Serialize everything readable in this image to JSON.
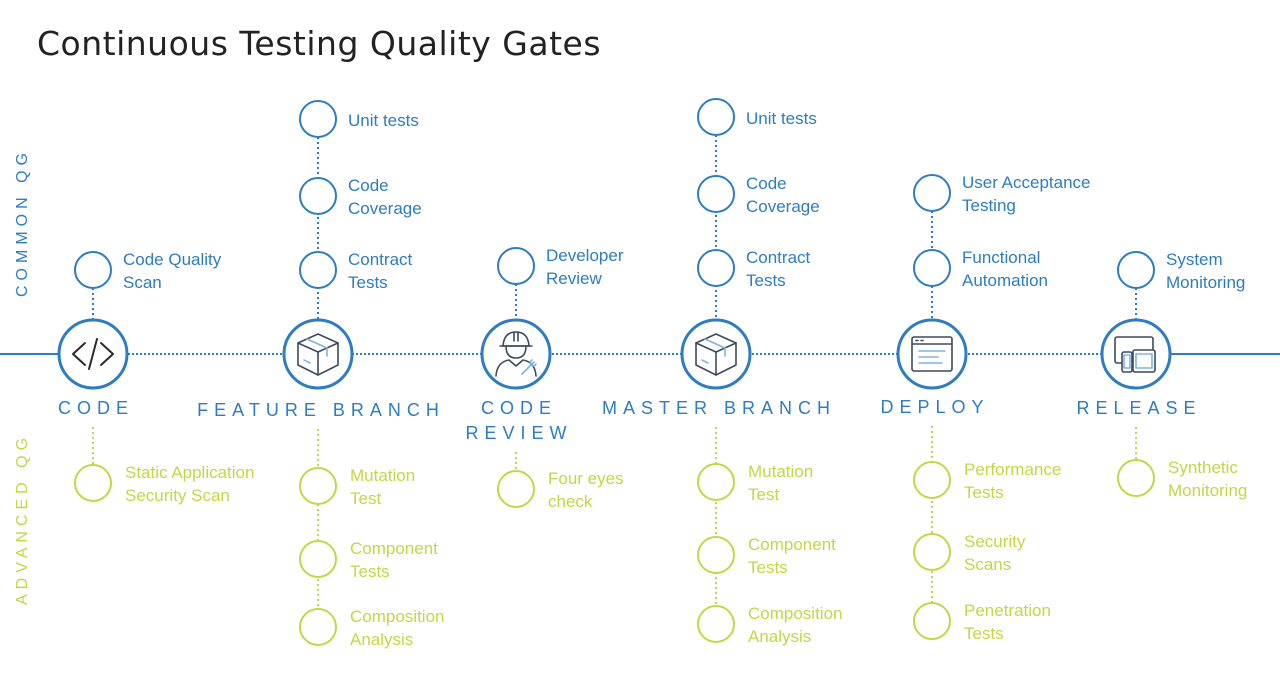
{
  "title": "Continuous Testing Quality Gates",
  "side_labels": {
    "common": "COMMON QG",
    "advanced": "ADVANCED QG"
  },
  "colors": {
    "common": "#2e7cc2",
    "advanced": "#c5d645",
    "title": "#222222"
  },
  "stages": [
    {
      "id": "code",
      "label": "CODE",
      "icon": "code-icon",
      "common": [
        "Code Quality\nScan"
      ],
      "advanced": [
        "Static Application\nSecurity Scan"
      ]
    },
    {
      "id": "feature-branch",
      "label": "FEATURE BRANCH",
      "icon": "package-box-icon",
      "common": [
        "Unit tests",
        "Code\nCoverage",
        "Contract\nTests"
      ],
      "advanced": [
        "Mutation\nTest",
        "Component\nTests",
        "Composition\nAnalysis"
      ]
    },
    {
      "id": "code-review",
      "label": "CODE\nREVIEW",
      "icon": "engineer-icon",
      "common": [
        "Developer\nReview"
      ],
      "advanced": [
        "Four eyes\ncheck"
      ]
    },
    {
      "id": "master-branch",
      "label": "MASTER BRANCH",
      "icon": "package-box-icon",
      "common": [
        "Unit tests",
        "Code\nCoverage",
        "Contract\nTests"
      ],
      "advanced": [
        "Mutation\nTest",
        "Component\nTests",
        "Composition\nAnalysis"
      ]
    },
    {
      "id": "deploy",
      "label": "DEPLOY",
      "icon": "browser-window-icon",
      "common": [
        "User Acceptance\nTesting",
        "Functional\nAutomation"
      ],
      "advanced": [
        "Performance\nTests",
        "Security\nScans",
        "Penetration\nTests"
      ]
    },
    {
      "id": "release",
      "label": "RELEASE",
      "icon": "devices-icon",
      "common": [
        "System\nMonitoring"
      ],
      "advanced": [
        "Synthetic\nMonitoring"
      ]
    }
  ]
}
